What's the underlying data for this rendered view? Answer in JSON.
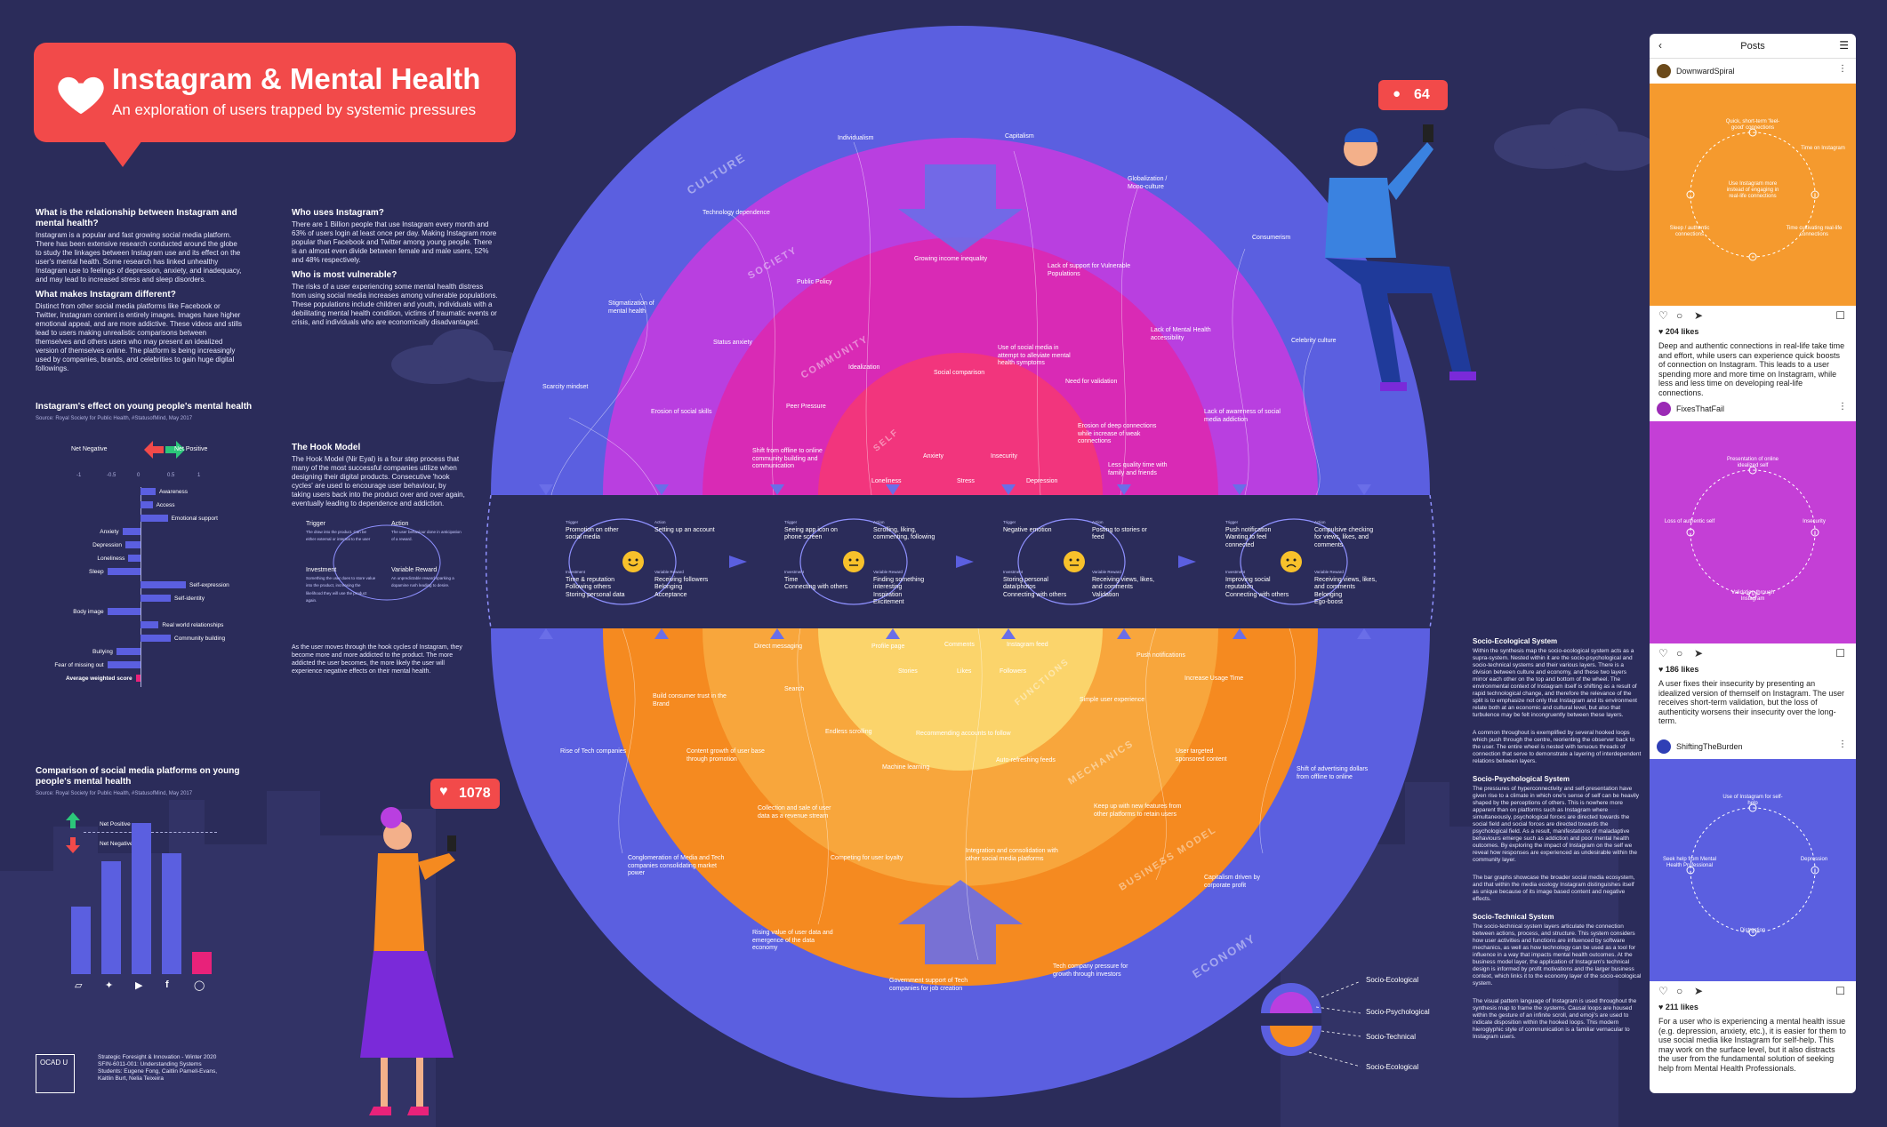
{
  "title": "Instagram & Mental Health",
  "subtitle": "An exploration of users trapped by systemic pressures",
  "intro": {
    "q1": "What is the relationship between Instagram and mental health?",
    "a1": "Instagram is a popular and fast growing social media platform. There has been extensive research conducted around the globe to study the linkages between Instagram use and its effect on the user's mental health. Some research has linked unhealthy Instagram use to feelings of depression, anxiety, and inadequacy, and may lead to increased stress and sleep disorders.",
    "q2": "What makes Instagram different?",
    "a2": "Distinct from other social media platforms like Facebook or Twitter, Instagram content is entirely images. Images have higher emotional appeal, and are more addictive. These videos and stills lead to users making unrealistic comparisons between themselves and others users who may present an idealized version of themselves online. The platform is being increasingly used by companies, brands, and celebrities to gain huge digital followings.",
    "q3": "Who uses Instagram?",
    "a3": "There are 1 Billion people that use Instagram every month and 63% of users login at least once per day. Making Instagram more popular than Facebook and Twitter among young people. There is an almost even divide between female and male users, 52% and 48% respectively.",
    "q4": "Who is most vulnerable?",
    "a4": "The risks of a user experiencing some mental health distress from using social media increases among vulnerable populations. These populations include children and youth, individuals with a debilitating mental health condition, victims of traumatic events or crisis, and individuals who are economically disadvantaged."
  },
  "effect_chart": {
    "title": "Instagram's effect on young people's mental health",
    "source": "Source: Royal Society for Public Health, #StatusofMind, May 2017",
    "legend_neg": "Net Negative",
    "legend_pos": "Net Positive",
    "ticks": [
      "-1",
      "-0.5",
      "0",
      "0.5",
      "1"
    ]
  },
  "hook_model": {
    "title": "The Hook Model",
    "text": "The Hook Model (Nir Eyal) is a four step process that many of the most successful companies utilize when designing their digital products. Consecutive 'hook cycles' are used to encourage user behaviour, by taking users back into the product over and over again, eventually leading to dependence and addiction.",
    "trigger": "Trigger",
    "trigger_t": "The draw into the product. Can be either external or internal to the user",
    "action": "Action",
    "action_t": "The user behaviour done in anticipation of a reward.",
    "investment": "Investment",
    "investment_t": "Something the user does to store value into the product, increasing the likelihood they will use the product again.",
    "reward": "Variable Reward",
    "reward_t": "An unpredictable reward sparking a dopamine rush leading to desire.",
    "footer": "As the user moves through the hook cycles of Instagram, they become more and more addicted to the product. The more addicted the user becomes, the more likely the user will experience negative effects on their mental health."
  },
  "compare_chart": {
    "title": "Comparison of social media platforms on young people's mental health",
    "source": "Source: Royal Society for Public Health, #StatusofMind, May 2017",
    "legend_pos": "Net Positive",
    "legend_neg": "Net Negative"
  },
  "chart_data": [
    {
      "type": "bar",
      "orientation": "horizontal",
      "title": "Instagram's effect on young people's mental health",
      "xlim": [
        -1,
        1
      ],
      "categories": [
        "Awareness",
        "Access",
        "Emotional support",
        "Anxiety",
        "Depression",
        "Loneliness",
        "Sleep",
        "Self-expression",
        "Self-identity",
        "Body image",
        "Real world relationships",
        "Community building",
        "Bullying",
        "Fear of missing out",
        "Average weighted score"
      ],
      "values": [
        0.25,
        0.2,
        0.45,
        -0.3,
        -0.25,
        -0.2,
        -0.55,
        0.75,
        0.5,
        -0.55,
        0.3,
        0.5,
        -0.4,
        -0.55,
        -0.08
      ]
    },
    {
      "type": "bar",
      "title": "Comparison of social media platforms on young people's mental health",
      "categories": [
        "Snapchat",
        "Twitter",
        "YouTube",
        "Facebook",
        "Instagram"
      ],
      "values": [
        0.45,
        0.75,
        1.0,
        0.8,
        0.15
      ]
    }
  ],
  "layers": {
    "culture": "CULTURE",
    "society": "SOCIETY",
    "community": "COMMUNITY",
    "self": "SELF",
    "functions": "FUNCTIONS",
    "mechanics": "MECHANICS",
    "business": "BUSINESS MODEL",
    "economy": "ECONOMY"
  },
  "culture_labels": {
    "individualism": "Individualism",
    "capitalism": "Capitalism",
    "tech_dep": "Technology dependence",
    "globalization": "Globalization / Mono-culture",
    "consumerism": "Consumerism",
    "stigmatization": "Stigmatization of mental health",
    "scarcity": "Scarcity mindset",
    "celebrity": "Celebrity culture"
  },
  "society_labels": {
    "public_policy": "Public Policy",
    "income": "Growing income inequality",
    "lack_support": "Lack of support for Vulnerable Populations",
    "status": "Status anxiety",
    "lack_mh": "Lack of Mental Health accessibility",
    "social_media": "Use of social media in attempt to alleviate mental health symptoms",
    "erosion_skills": "Erosion of social skills",
    "lack_aware": "Lack of awareness of social media addiction"
  },
  "community_labels": {
    "idealization": "Idealization",
    "comparison": "Social comparison",
    "validation": "Need for validation",
    "peer": "Peer Pressure",
    "erosion_conn": "Erosion of deep connections while increase of weak connections",
    "shift": "Shift from offline to online community building and communication",
    "less_time": "Less quality time with family and friends"
  },
  "self_labels": {
    "anxiety": "Anxiety",
    "insecurity": "Insecurity",
    "loneliness": "Loneliness",
    "stress": "Stress",
    "depression": "Depression"
  },
  "hook_cycles": [
    {
      "trig": "Promotion on other social media",
      "act": "Setting up an account",
      "inv": "Time & reputation\nFollowing others\nStoring personal data",
      "rew": "Receiving followers\nBelonging\nAcceptance"
    },
    {
      "trig": "Seeing app icon on phone screen",
      "act": "Scrolling, liking, commenting, following",
      "inv": "Time\nConnecting with others",
      "rew": "Finding something interesting\nInspiration\nExcitement"
    },
    {
      "trig": "Negative emotion",
      "act": "Posting to stories or feed",
      "inv": "Storing personal data/photos\nConnecting with others",
      "rew": "Receiving views, likes, and comments\nValidation"
    },
    {
      "trig": "Push notification\nWanting to feel connected",
      "act": "Compulsive checking for views, likes, and comments",
      "inv": "Improving social reputation\nConnecting with others",
      "rew": "Receiving views, likes, and comments\nBelonging\nEgo-boost"
    }
  ],
  "hook_words": {
    "trigger": "Trigger",
    "action": "Action",
    "investment": "Investment",
    "reward": "Variable Reward"
  },
  "functions_labels": {
    "dm": "Direct messaging",
    "profile": "Profile page",
    "comments": "Comments",
    "ig_feed": "Instagram feed",
    "stories": "Stories",
    "likes": "Likes",
    "followers": "Followers",
    "push": "Push notifications",
    "search": "Search"
  },
  "mechanics_labels": {
    "usage_time": "Increase Usage Time",
    "ux": "Simple user experience",
    "scrolling": "Endless scrolling",
    "recommending": "Recommending accounts to follow",
    "ml": "Machine learning",
    "autofeeds": "Auto-refreshing feeds",
    "targeted": "User targeted sponsored content"
  },
  "business_labels": {
    "consumer_trust": "Build consumer trust in the Brand",
    "content_growth": "Content growth of user base through promotion",
    "rise_tech": "Rise of Tech companies",
    "collection": "Collection and sale of user data as a revenue stream",
    "competing": "Competing for user loyalty",
    "integration": "Integration and consolidation with other social media platforms",
    "keep_up": "Keep up with new features from other platforms to retain users",
    "shift_ads": "Shift of advertising dollars from offline to online"
  },
  "economy_labels": {
    "conglomeration": "Conglomeration of Media and Tech companies consolidating market power",
    "rising_value": "Rising value of user data and emergence of the data economy",
    "gov_support": "Government support of Tech companies for job creation",
    "tech_pressure": "Tech company pressure for growth through investors",
    "capitalism_profit": "Capitalism driven by corporate profit"
  },
  "systems": {
    "eco_title": "Socio-Ecological System",
    "eco_text": "Within the synthesis map the socio-ecological system acts as a supra-system. Nested within it are the socio-psychological and socio-technical systems and their various layers. There is a division between culture and economy, and these two layers mirror each other on the top and bottom of the wheel. The environmental context of Instagram itself is shifting as a result of rapid technological change, and therefore the relevance of the split is to emphasize not only that Instagram and its environment relate both at an economic and cultural level, but also that turbulence may be felt incongruently between these layers.",
    "eco_text2": "A common throughout is exemplified by several hooked loops which push through the centre, reorienting the observer back to the user. The entire wheel is nested with tenuous threads of connection that serve to demonstrate a layering of interdependent relations between layers.",
    "psy_title": "Socio-Psychological System",
    "psy_text": "The pressures of hyperconnectivity and self-presentation have given rise to a climate in which one's sense of self can be heavily shaped by the perceptions of others. This is nowhere more apparent than on platforms such as Instagram where simultaneously, psychological forces are directed towards the social field and social forces are directed towards the psychological field. As a result, manifestations of maladaptive behaviours emerge such as addiction and poor mental health outcomes. By exploring the impact of Instagram on the self we reveal how responses are experienced as undesirable within the community layer.",
    "psy_text2": "The bar graphs showcase the broader social media ecosystem, and that within the media ecology Instagram distinguishes itself as unique because of its image based content and negative effects.",
    "tech_title": "Socio-Technical System",
    "tech_text": "The socio-technical system layers articulate the connection between actions, process, and structure. This system considers how user activities and functions are influenced by software mechanics, as well as how technology can be used as a tool for influence in a way that impacts mental health outcomes. At the business model layer, the application of Instagram's technical design is informed by profit motivations and the larger business context, which links it to the economy layer of the socio-ecological system.",
    "tech_text2": "The visual pattern language of Instagram is used throughout the synthesis map to frame the systems. Causal loops are housed within the gesture of an infinite scroll, and emoji's are used to indicate disposition within the hooked loops. This modern hieroglyphic style of communication is a familiar vernacular to Instagram users."
  },
  "legend": {
    "a": "Socio-Ecological",
    "b": "Socio-Psychological",
    "c": "Socio-Technical",
    "d": "Socio-Ecological"
  },
  "bubbles": {
    "top": "64",
    "bottom": "1078"
  },
  "phone": {
    "header": "Posts",
    "posts": [
      {
        "user": "DownwardSpiral",
        "labels": [
          "Quick, short-term 'feel-good' connections",
          "Time on Instagram",
          "Use Instagram more instead of engaging in real-life connections",
          "Sleep / authentic connections",
          "Time cultivating real-life connections"
        ],
        "likes": "204 likes",
        "caption": "Deep and authentic connections in real-life take time and effort, while users can experience quick boosts of connection on Instagram. This leads to a user spending more and more time on Instagram, while less and less time on developing real-life connections."
      },
      {
        "user": "FixesThatFail",
        "labels": [
          "Presentation of online idealized self",
          "Insecurity",
          "Validation through Instagram",
          "Loss of authentic self"
        ],
        "likes": "186 likes",
        "caption": "A user fixes their insecurity by presenting an idealized version of themself on Instagram. The user receives short-term validation, but the loss of authenticity worsens their insecurity over the long-term."
      },
      {
        "user": "ShiftingTheBurden",
        "labels": [
          "Use of Instagram for self-help",
          "Depression",
          "Distraction",
          "Seek help from Mental Health Professional"
        ],
        "likes": "211 likes",
        "caption": "For a user who is experiencing a mental health issue (e.g. depression, anxiety, etc.), it is easier for them to use social media like Instagram for self-help. This may work on the surface level, but it also distracts the user from the fundamental solution of seeking help from Mental Health Professionals."
      }
    ]
  },
  "footer": {
    "logo": "OCAD U",
    "line1": "Strategic Foresight & Innovation - Winter 2020",
    "line2": "SFIN-6011-001: Understanding Systems",
    "line3": "Students: Eugene Fong, Caitlin Parnell-Evans,",
    "line4": "Kaitlin Burt, Nelia Teixeira"
  },
  "colors": {
    "bg": "#2b2c5a",
    "blue": "#5b5fe0",
    "purple": "#b93fe0",
    "magenta": "#d92ab5",
    "pink": "#f2357d",
    "orange": "#f58a20",
    "lightorange": "#f8a63c",
    "yellow": "#fbd46b",
    "red": "#f24a4a"
  }
}
